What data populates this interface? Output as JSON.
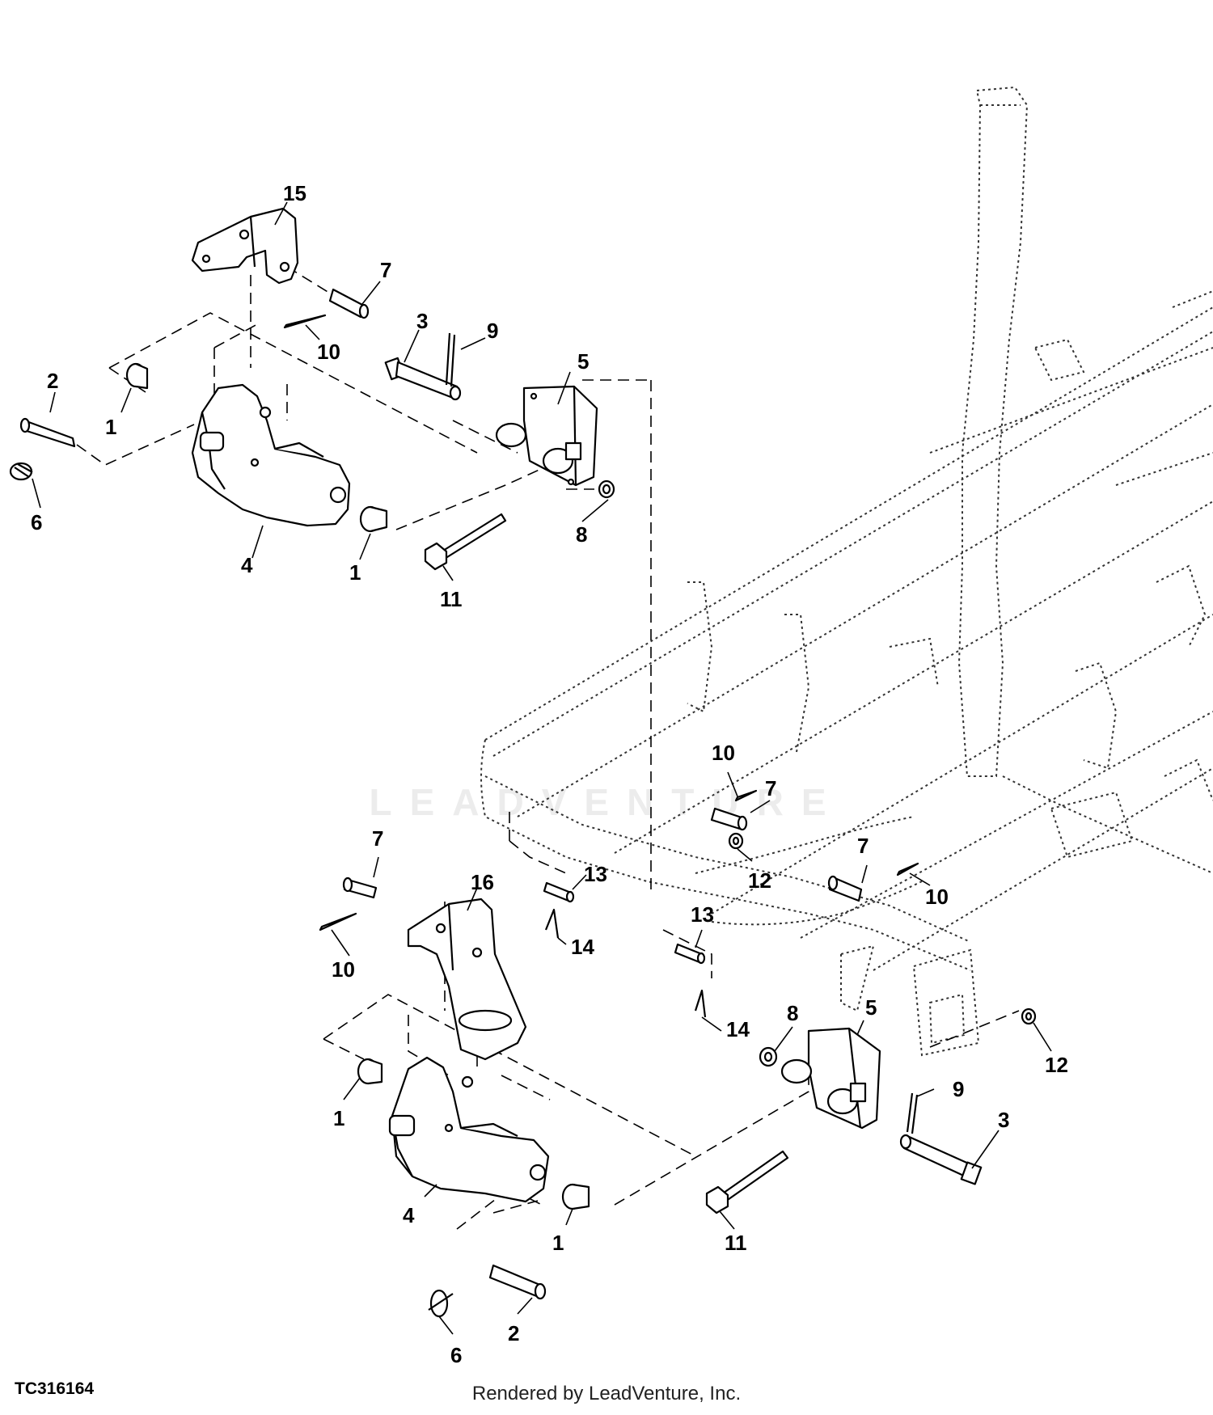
{
  "figure": {
    "reference": "TC316164",
    "credit": "Rendered by LeadVenture, Inc.",
    "watermark": "LEADVENTURE"
  },
  "callouts": [
    {
      "id": "c15a",
      "label": "15"
    },
    {
      "id": "c7a",
      "label": "7"
    },
    {
      "id": "c3a",
      "label": "3"
    },
    {
      "id": "c9a",
      "label": "9"
    },
    {
      "id": "c10a",
      "label": "10"
    },
    {
      "id": "c5a",
      "label": "5"
    },
    {
      "id": "c2a",
      "label": "2"
    },
    {
      "id": "c1a",
      "label": "1"
    },
    {
      "id": "c6a",
      "label": "6"
    },
    {
      "id": "c8a",
      "label": "8"
    },
    {
      "id": "c4a",
      "label": "4"
    },
    {
      "id": "c1b",
      "label": "1"
    },
    {
      "id": "c11a",
      "label": "11"
    },
    {
      "id": "c10b",
      "label": "10"
    },
    {
      "id": "c7b",
      "label": "7"
    },
    {
      "id": "c12a",
      "label": "12"
    },
    {
      "id": "c7c",
      "label": "7"
    },
    {
      "id": "c10c",
      "label": "10"
    },
    {
      "id": "c7d",
      "label": "7"
    },
    {
      "id": "c16a",
      "label": "16"
    },
    {
      "id": "c13a",
      "label": "13"
    },
    {
      "id": "c14a",
      "label": "14"
    },
    {
      "id": "c10d",
      "label": "10"
    },
    {
      "id": "c13b",
      "label": "13"
    },
    {
      "id": "c14b",
      "label": "14"
    },
    {
      "id": "c8b",
      "label": "8"
    },
    {
      "id": "c5b",
      "label": "5"
    },
    {
      "id": "c12b",
      "label": "12"
    },
    {
      "id": "c1c",
      "label": "1"
    },
    {
      "id": "c9b",
      "label": "9"
    },
    {
      "id": "c3b",
      "label": "3"
    },
    {
      "id": "c4b",
      "label": "4"
    },
    {
      "id": "c1d",
      "label": "1"
    },
    {
      "id": "c11b",
      "label": "11"
    },
    {
      "id": "c2b",
      "label": "2"
    },
    {
      "id": "c6b",
      "label": "6"
    }
  ]
}
